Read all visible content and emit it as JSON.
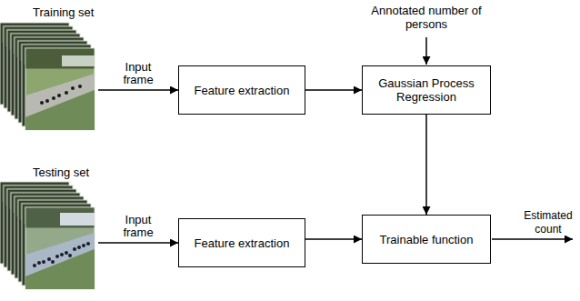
{
  "diagram": {
    "nodes": [
      {
        "text": [
          "Training set"
        ]
      },
      {
        "text": [
          "Feature extraction"
        ]
      },
      {
        "text": [
          "Gaussian Process Regression"
        ]
      },
      {
        "text": [
          "Testing set"
        ]
      },
      {
        "text": [
          "Feature extraction"
        ]
      },
      {
        "text": [
          "Trainable function"
        ]
      }
    ],
    "edges": [
      {
        "from": 0,
        "to": 1,
        "arrow": "to",
        "label": "Input frame"
      },
      {
        "from": 1,
        "to": 2,
        "arrow": "to"
      },
      {
        "from": 2,
        "to": 5,
        "arrow": "to"
      },
      {
        "from": 3,
        "to": 4,
        "arrow": "to",
        "label": "Input frame"
      },
      {
        "from": 4,
        "to": 5,
        "arrow": "to"
      }
    ],
    "labels": [
      "Annotated number of persons",
      "Estimated count"
    ]
  }
}
